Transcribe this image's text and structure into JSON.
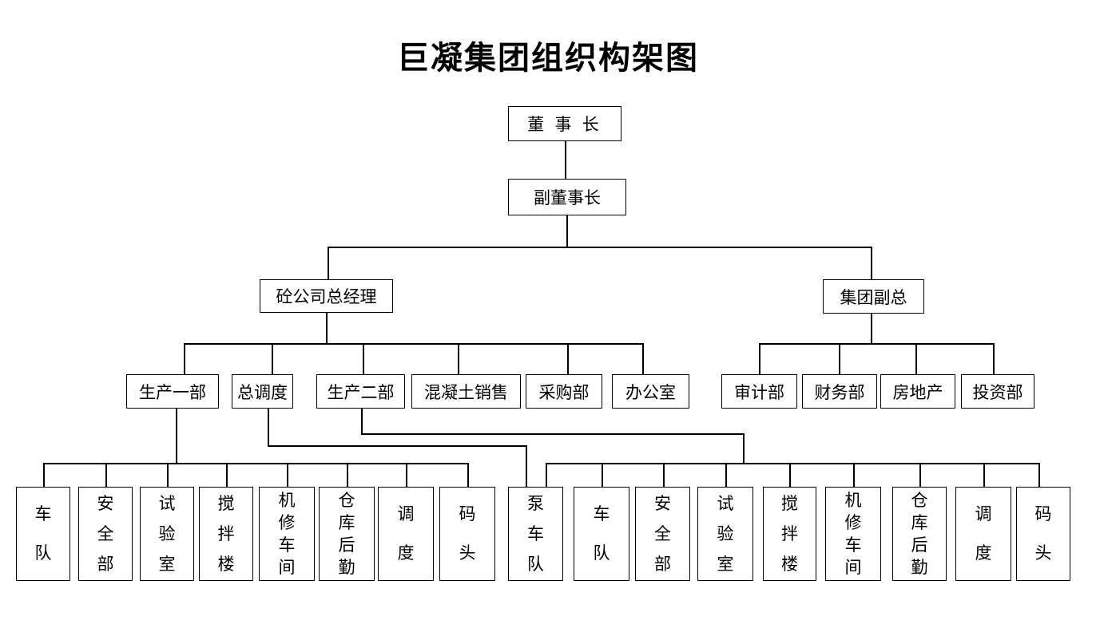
{
  "page": {
    "title": "巨凝集团组织构架图",
    "background_color": "#ffffff",
    "line_color": "#000000",
    "box_border_color": "#000000"
  },
  "diagram_type": "org-chart",
  "nodes": [
    {
      "label": "董 事 长",
      "role": "chairman",
      "level": 1
    },
    {
      "label": "副董事长",
      "role": "vice-chairman",
      "level": 2
    },
    {
      "label": "砼公司总经理",
      "role": "concrete-company-gm",
      "level": 3,
      "parent": "副董事长"
    },
    {
      "label": "集团副总",
      "role": "group-deputy-gm",
      "level": 3,
      "parent": "副董事长"
    },
    {
      "label": "生产一部",
      "role": "production-dept-1",
      "level": 4,
      "parent": "砼公司总经理"
    },
    {
      "label": "总调度",
      "role": "chief-dispatch",
      "level": 4,
      "parent": "砼公司总经理"
    },
    {
      "label": "生产二部",
      "role": "production-dept-2",
      "level": 4,
      "parent": "砼公司总经理"
    },
    {
      "label": "混凝土销售",
      "role": "concrete-sales",
      "level": 4,
      "parent": "砼公司总经理"
    },
    {
      "label": "采购部",
      "role": "purchasing-dept",
      "level": 4,
      "parent": "砼公司总经理"
    },
    {
      "label": "办公室",
      "role": "office",
      "level": 4,
      "parent": "砼公司总经理"
    },
    {
      "label": "审计部",
      "role": "audit-dept",
      "level": 4,
      "parent": "集团副总"
    },
    {
      "label": "财务部",
      "role": "finance-dept",
      "level": 4,
      "parent": "集团副总"
    },
    {
      "label": "房地产",
      "role": "real-estate",
      "level": 4,
      "parent": "集团副总"
    },
    {
      "label": "投资部",
      "role": "investment-dept",
      "level": 4,
      "parent": "集团副总"
    },
    {
      "label": "车队",
      "role": "fleet-left",
      "level": 5,
      "parent": "生产一部"
    },
    {
      "label": "安全部",
      "role": "safety-dept-left",
      "level": 5,
      "parent": "生产一部"
    },
    {
      "label": "试验室",
      "role": "test-lab-left",
      "level": 5,
      "parent": "生产一部"
    },
    {
      "label": "搅拌楼",
      "role": "mixing-tower-left",
      "level": 5,
      "parent": "生产一部"
    },
    {
      "label": "机修车间",
      "role": "repair-workshop-left",
      "level": 5,
      "parent": "生产一部"
    },
    {
      "label": "仓库后勤",
      "role": "warehouse-left",
      "level": 5,
      "parent": "生产一部"
    },
    {
      "label": "调度",
      "role": "dispatch-left",
      "level": 5,
      "parent": "生产一部"
    },
    {
      "label": "码头",
      "role": "dock-left",
      "level": 5,
      "parent": "生产一部"
    },
    {
      "label": "泵车队",
      "role": "pump-truck-fleet",
      "level": 5,
      "parent": "总调度 / 生产二部"
    },
    {
      "label": "车队",
      "role": "fleet-right",
      "level": 5,
      "parent": "生产二部"
    },
    {
      "label": "安全部",
      "role": "safety-dept-right",
      "level": 5,
      "parent": "生产二部"
    },
    {
      "label": "试验室",
      "role": "test-lab-right",
      "level": 5,
      "parent": "生产二部"
    },
    {
      "label": "搅拌楼",
      "role": "mixing-tower-right",
      "level": 5,
      "parent": "生产二部"
    },
    {
      "label": "机修车间",
      "role": "repair-workshop-right",
      "level": 5,
      "parent": "生产二部"
    },
    {
      "label": "仓库后勤",
      "role": "warehouse-right",
      "level": 5,
      "parent": "生产二部"
    },
    {
      "label": "调度",
      "role": "dispatch-right",
      "level": 5,
      "parent": "生产二部"
    },
    {
      "label": "码头",
      "role": "dock-right",
      "level": 5,
      "parent": "生产二部"
    }
  ]
}
